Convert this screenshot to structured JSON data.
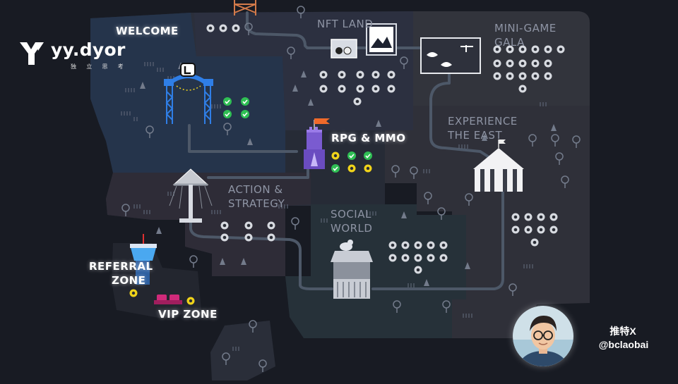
{
  "brand": {
    "name": "yy.dyor",
    "tagline": "独 立 思 考"
  },
  "zones": {
    "welcome": "WELCOME",
    "nft_land": "NFT LAND",
    "mini_game_1": "MINI-GAME",
    "mini_game_2": "GALA",
    "rpg": "RPG & MMO",
    "experience_1": "EXPERIENCE",
    "experience_2": "THE EAST",
    "action_1": "ACTION &",
    "action_2": "STRATEGY",
    "social_1": "SOCIAL",
    "social_2": "WORLD",
    "referral_1": "REFERRAL",
    "referral_2": "ZONE",
    "vip": "VIP ZONE"
  },
  "author": {
    "platform": "推特X",
    "handle": "@bclaobai"
  },
  "colors": {
    "background": "#181b23",
    "check_green": "#2fbf54",
    "coin_yellow": "#f0d31a",
    "welcome_blue": "#25344b",
    "flag_orange": "#f06a2a",
    "castle_purple": "#7a5bd0",
    "vip_pink": "#d02a7a"
  },
  "icons": {
    "checkmark": "check-circle-icon",
    "coin": "coin-icon",
    "token": "token-icon"
  }
}
